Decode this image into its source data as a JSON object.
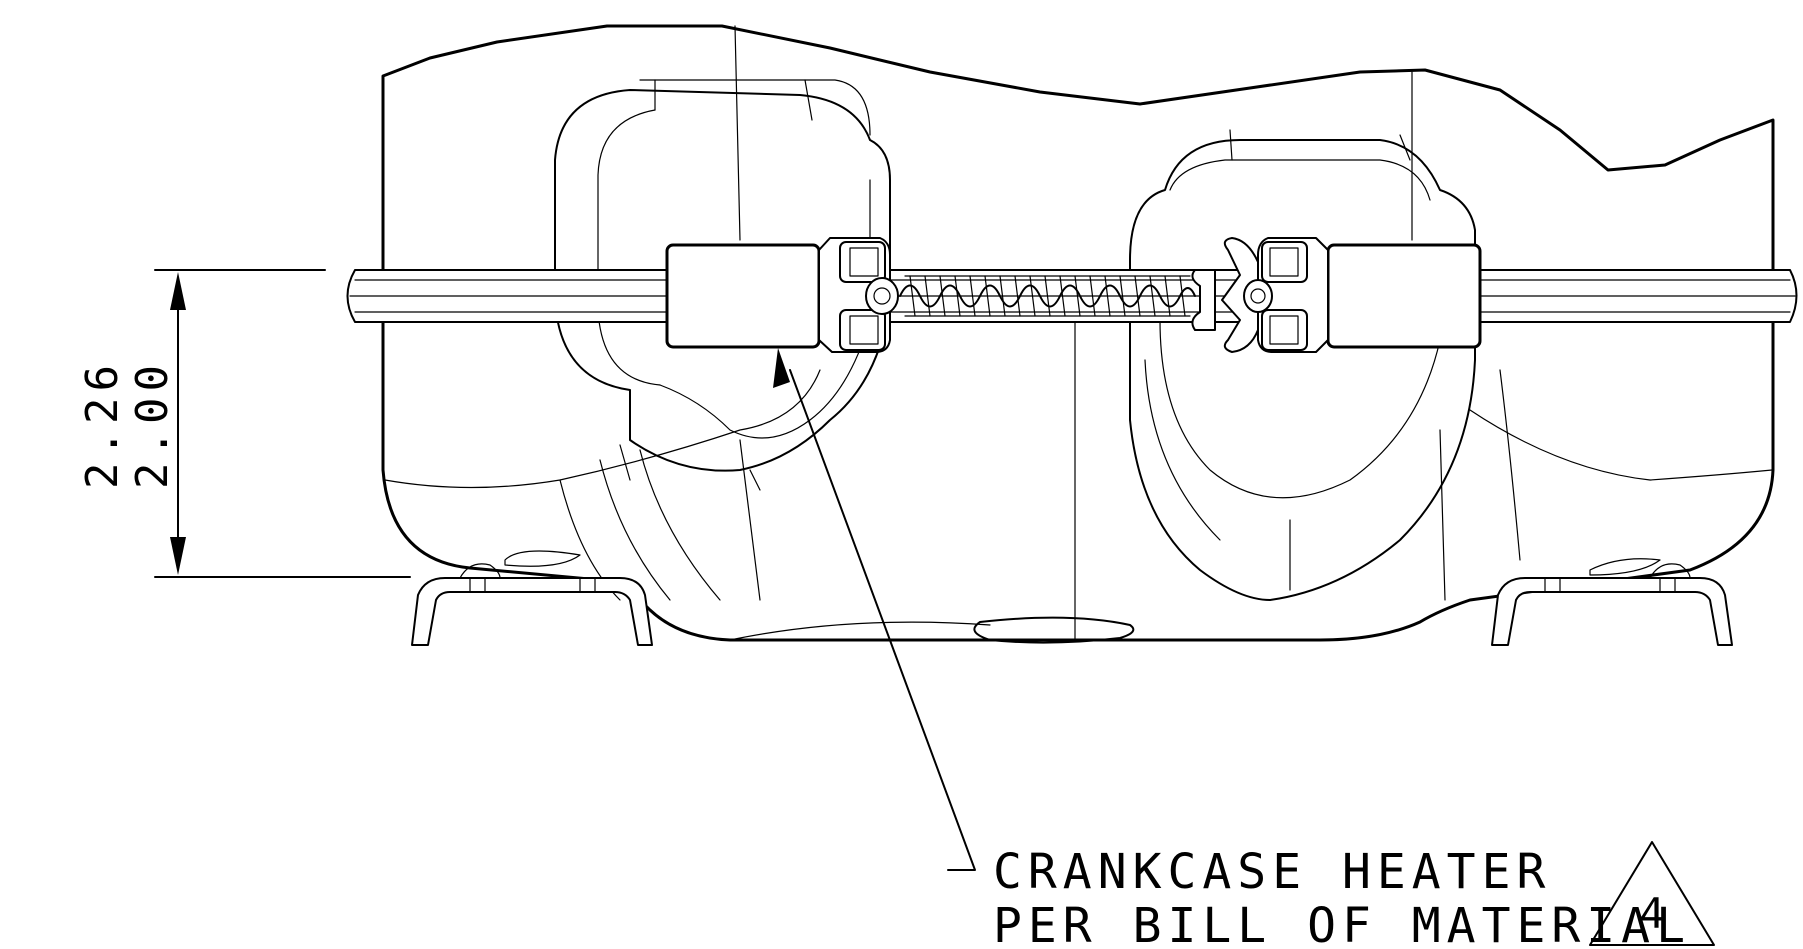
{
  "dimensions": {
    "outer_value": "2.26",
    "inner_value": "2.00"
  },
  "callout": {
    "line1": "CRANKCASE HEATER",
    "line2": "PER BILL OF MATERIAL",
    "revision_marker": "4"
  }
}
